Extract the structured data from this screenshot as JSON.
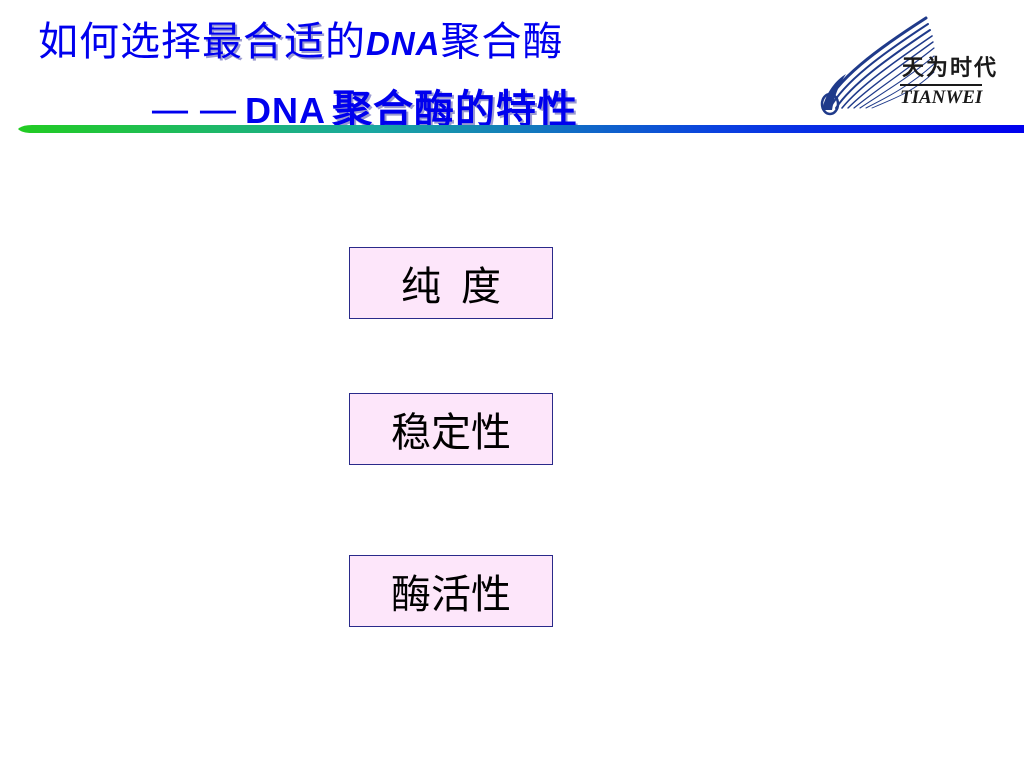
{
  "title": {
    "line1_part1": "如何选择",
    "line1_em": "最合适",
    "line1_part2": "的",
    "line1_dna": "DNA",
    "line1_part3": "聚合酶",
    "line2_dash": "——",
    "line2_dna": "DNA",
    "line2_rest": "聚合酶的特性"
  },
  "logo": {
    "chinese": "天为时代",
    "english": "TIANWEI",
    "icon": "feather-swoosh-logo"
  },
  "properties": [
    {
      "label": "纯度"
    },
    {
      "label": "稳定性"
    },
    {
      "label": "酶活性"
    }
  ],
  "colors": {
    "title": "#0000ee",
    "rule_start": "#22cc22",
    "rule_end": "#0000ee",
    "box_fill": "#fde6fa",
    "box_border": "#2a2a8a"
  }
}
